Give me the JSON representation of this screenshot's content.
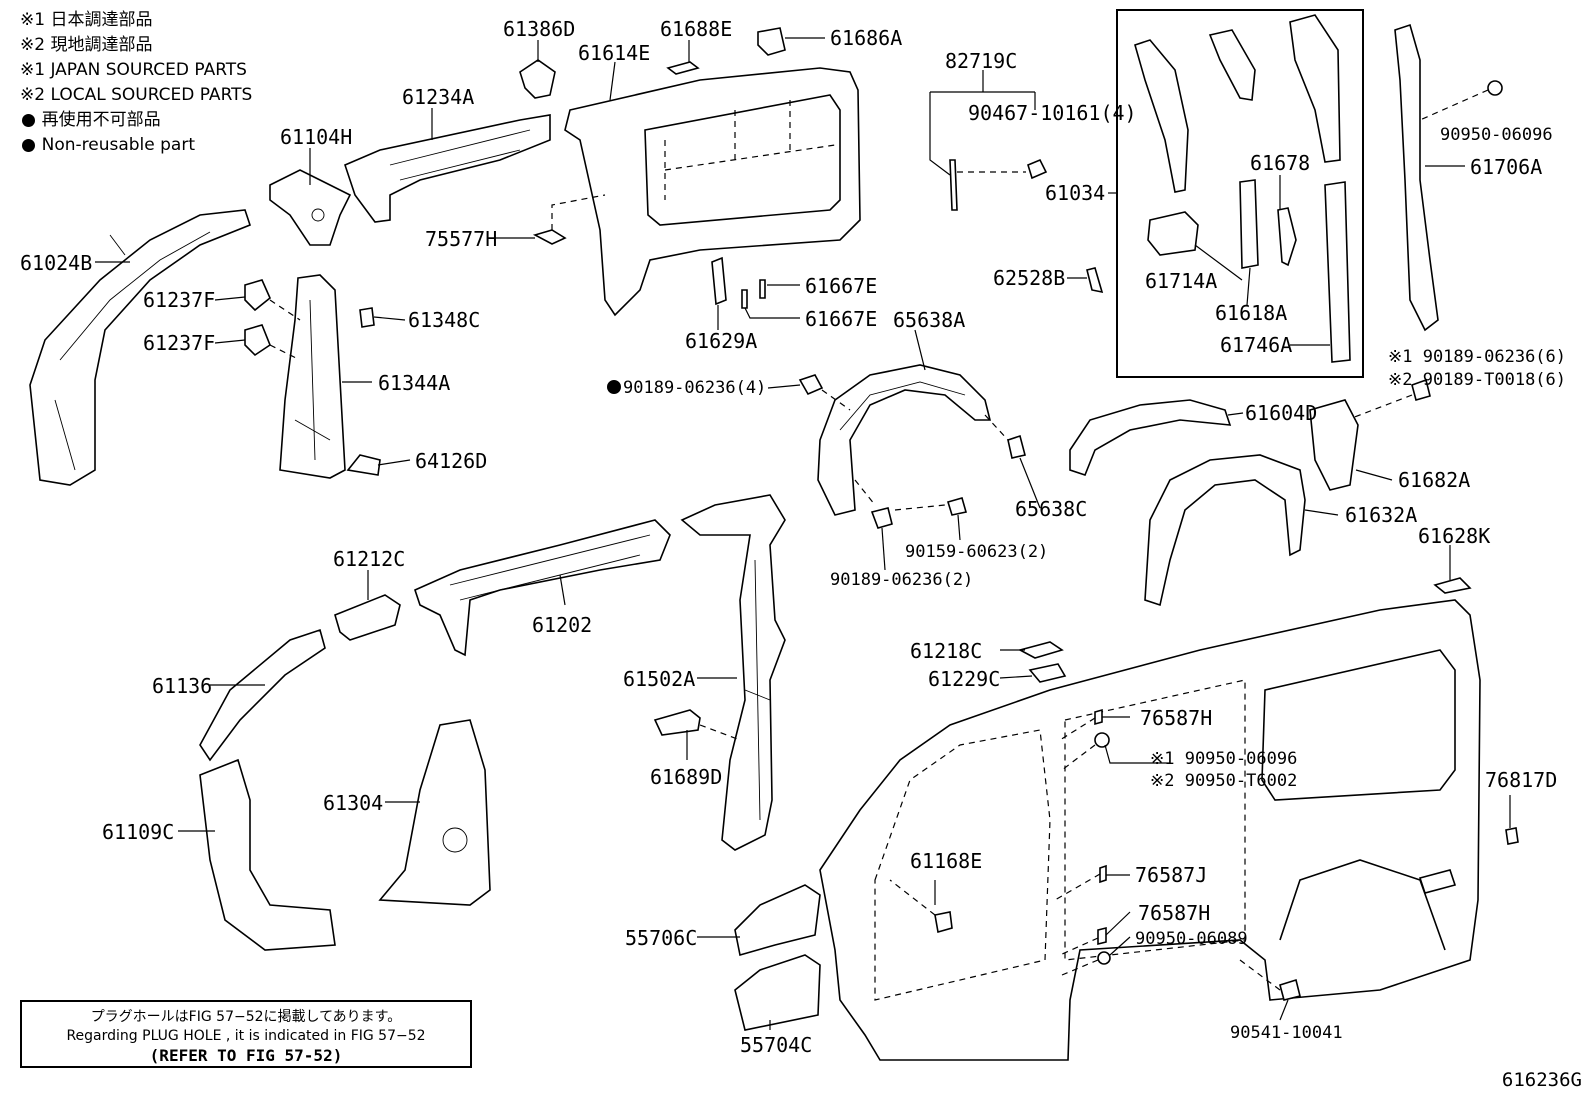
{
  "legend": {
    "line1": "※1 日本調達部品",
    "line2": "※2 現地調達部品",
    "line3": "※1 JAPAN SOURCED PARTS",
    "line4": "※2 LOCAL SOURCED PARTS",
    "line5": "● 再使用不可部品",
    "line6": "● Non-reusable part"
  },
  "note": {
    "jp": "プラグホールはFIG 57−52に掲載してあります。",
    "en": "Regarding PLUG HOLE , it is indicated in FIG 57−52",
    "ref": "(REFER TO FIG 57-52)"
  },
  "figure_id": "616236G",
  "parts": {
    "p61386D": "61386D",
    "p61688E": "61688E",
    "p61686A": "61686A",
    "p61614E": "61614E",
    "p82719C": "82719C",
    "p61234A": "61234A",
    "p90467": "90467-10161(4)",
    "p61104H": "61104H",
    "p61034": "61034",
    "p75577H": "75577H",
    "p61024B": "61024B",
    "p62528B": "62528B",
    "p61237F_a": "61237F",
    "p61237F_b": "61237F",
    "p61348C": "61348C",
    "p61667E_a": "61667E",
    "p61667E_b": "61667E",
    "p65638A": "65638A",
    "p61344A": "61344A",
    "p61629A": "61629A",
    "p90189_4": "90189-06236(4)",
    "p64126D": "64126D",
    "p65638C": "65638C",
    "p90159": "90159-60623(2)",
    "p90189_2": "90189-06236(2)",
    "p61212C": "61212C",
    "p61202": "61202",
    "p61136": "61136",
    "p61502A": "61502A",
    "p61304": "61304",
    "p61109C": "61109C",
    "p61689D": "61689D",
    "p61218C": "61218C",
    "p61229C": "61229C",
    "p55706C": "55706C",
    "p55704C": "55704C",
    "p61168E": "61168E",
    "p76587H_a": "76587H",
    "p90950_06096_r": "※1 90950-06096",
    "p90950_T6002": "※2 90950-T6002",
    "p76587J": "76587J",
    "p76587H_b": "76587H",
    "p90950_06089": "90950-06089",
    "p90541": "90541-10041",
    "p76817D": "76817D",
    "p61628K": "61628K",
    "p61632A": "61632A",
    "p61604D": "61604D",
    "p61682A": "61682A",
    "p90189_r1": "※1 90189-06236(6)",
    "p90189_r2": "※2 90189-T0018(6)",
    "p61714A": "61714A",
    "p61678": "61678",
    "p61618A": "61618A",
    "p61746A": "61746A",
    "p90950_06096_t": "90950-06096",
    "p61706A": "61706A"
  }
}
